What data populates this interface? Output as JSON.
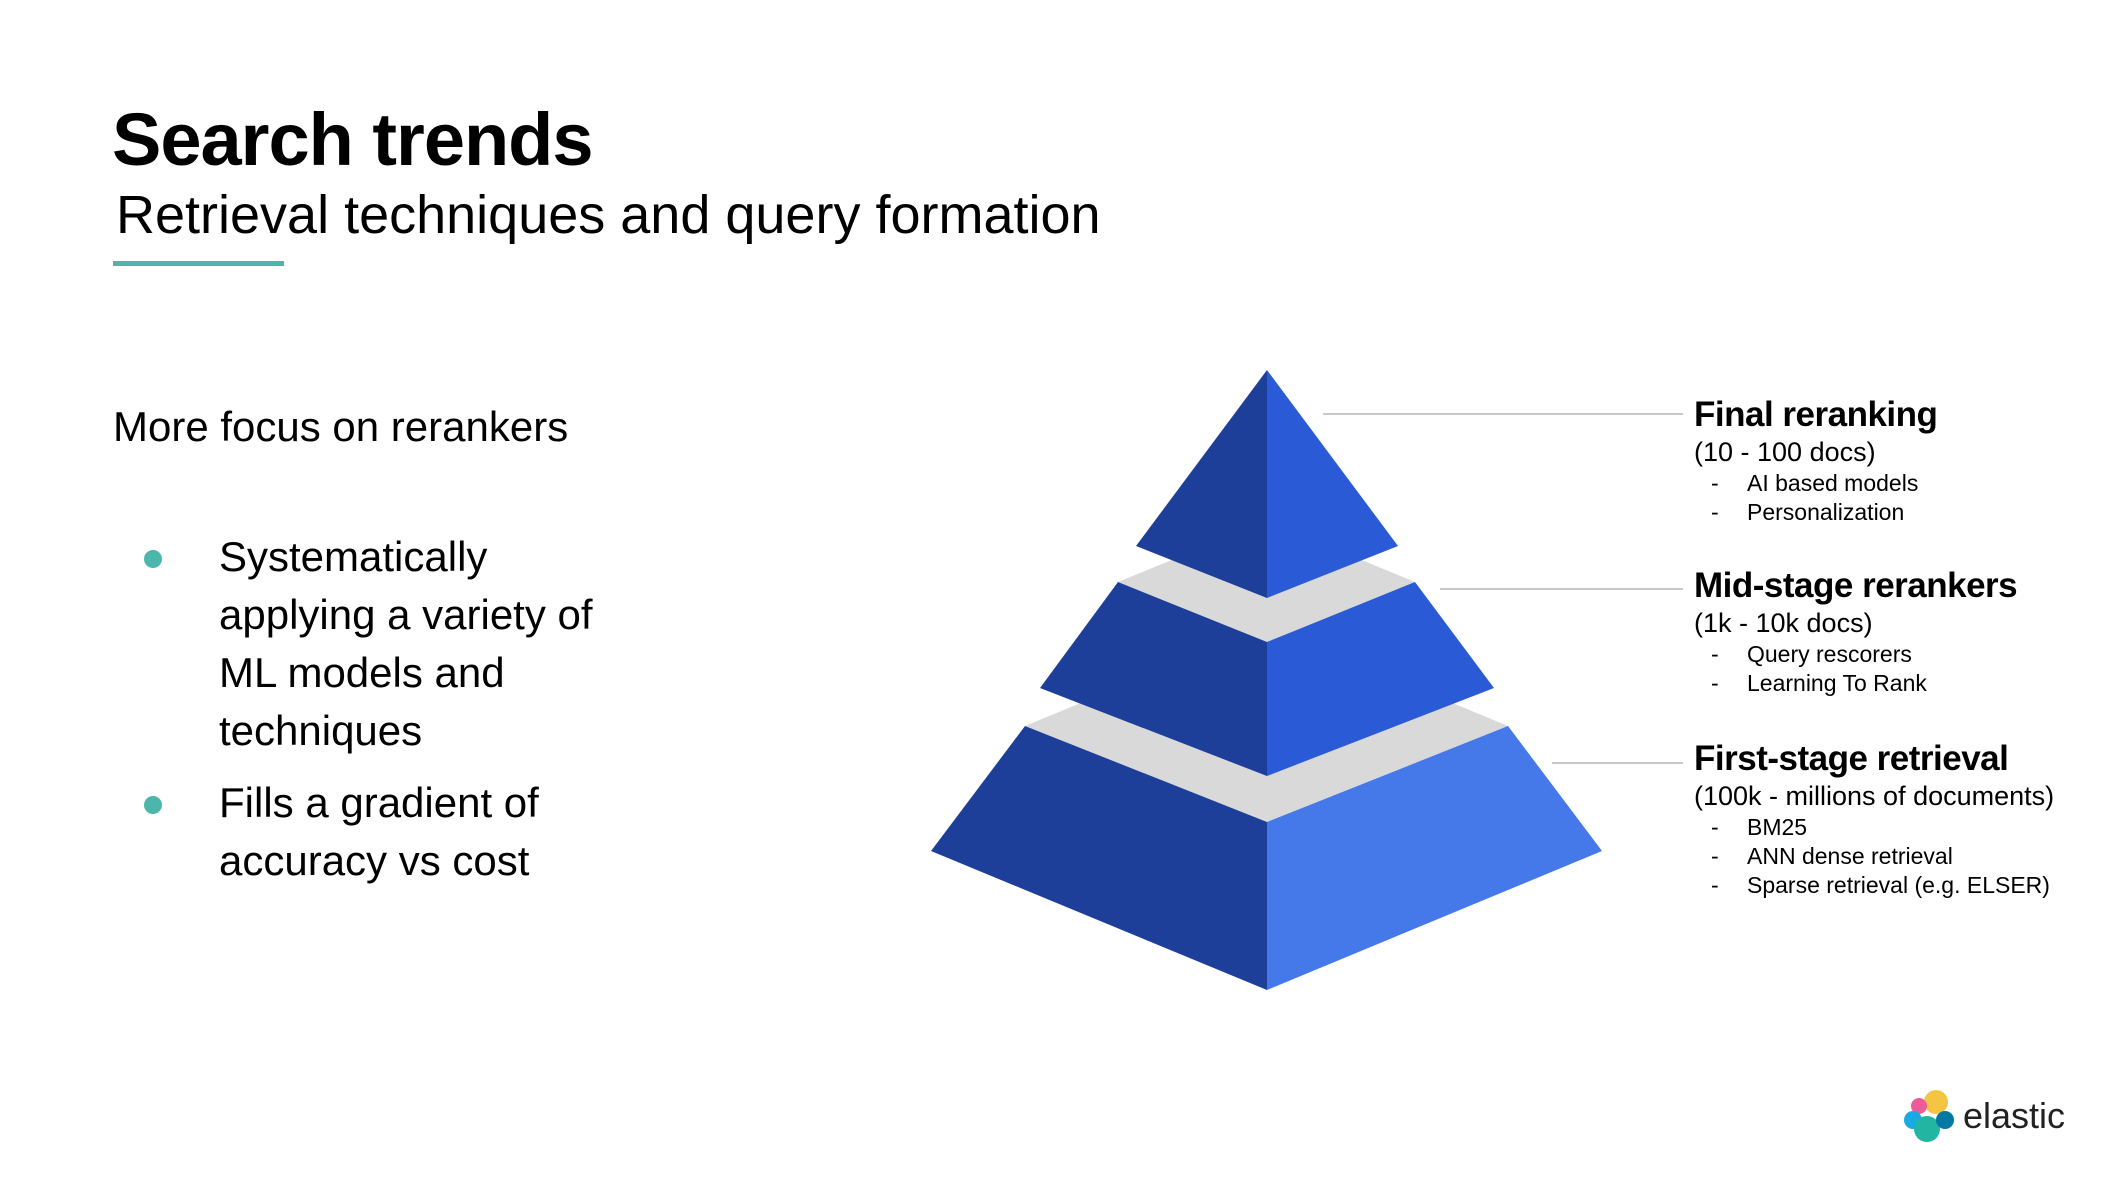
{
  "slide": {
    "title": "Search trends",
    "subtitle": "Retrieval techniques and query formation"
  },
  "left": {
    "intro": "More focus on rerankers",
    "bullets": [
      "Systematically applying a variety of ML models and techniques",
      "Fills a gradient of accuracy vs cost"
    ]
  },
  "stages": [
    {
      "title": "Final reranking",
      "range": "(10 - 100 docs)",
      "items": [
        "AI based models",
        "Personalization"
      ]
    },
    {
      "title": "Mid-stage rerankers",
      "range": "(1k - 10k docs)",
      "items": [
        "Query rescorers",
        "Learning To Rank"
      ]
    },
    {
      "title": "First-stage retrieval",
      "range": "(100k - millions of documents)",
      "items": [
        "BM25",
        "ANN dense retrieval",
        "Sparse retrieval (e.g. ELSER)"
      ]
    }
  ],
  "logo": {
    "text": "elastic",
    "icon": "elastic-logo-icon"
  },
  "colors": {
    "accent": "#4DB6AC",
    "pyramid_dark": "#1E3F99",
    "pyramid_mid": "#2A5AD6",
    "pyramid_light": "#4578E9",
    "separator": "#D9D9D9",
    "leader_line": "#C9C9C9"
  }
}
